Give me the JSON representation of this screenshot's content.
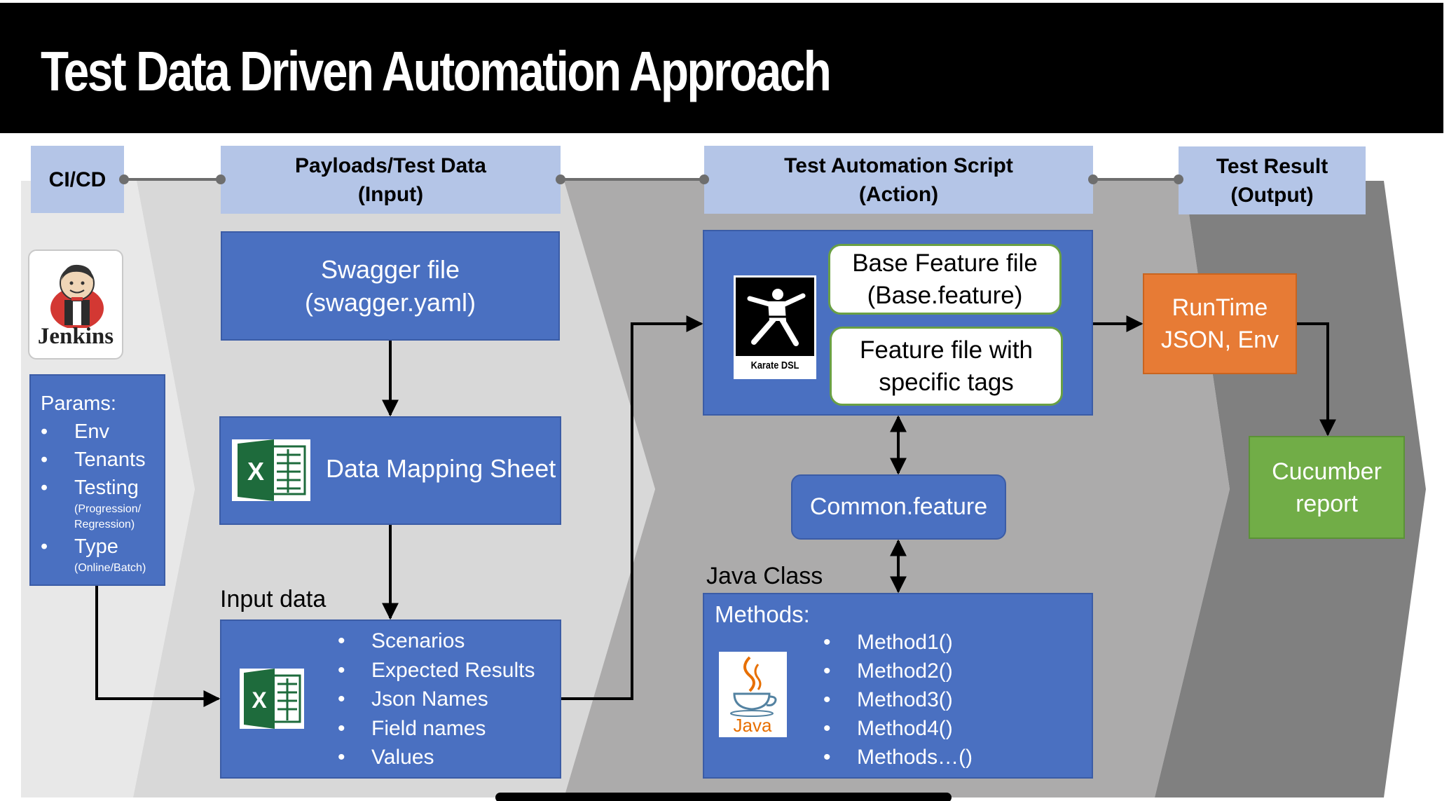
{
  "title": "Test Data Driven Automation Approach",
  "headers": {
    "cicd": "CI/CD",
    "payloads_line1": "Payloads/Test Data",
    "payloads_line2": "(Input)",
    "script_line1": "Test Automation Script",
    "script_line2": "(Action)",
    "result_line1": "Test Result",
    "result_line2": "(Output)"
  },
  "jenkins": {
    "label": "Jenkins",
    "icon": "jenkins-butler-icon"
  },
  "params": {
    "title": "Params:",
    "items": [
      {
        "label": "Env",
        "note": ""
      },
      {
        "label": "Tenants",
        "note": ""
      },
      {
        "label": "Testing",
        "note_line1": "(Progression/",
        "note_line2": "Regression)"
      },
      {
        "label": "Type",
        "note": "(Online/Batch)"
      }
    ]
  },
  "swagger": {
    "line1": "Swagger file",
    "line2": "(swagger.yaml)"
  },
  "mapping": {
    "label": "Data Mapping Sheet",
    "icon": "excel-icon",
    "icon_letter": "X"
  },
  "input_data": {
    "caption": "Input data",
    "icon": "excel-icon",
    "icon_letter": "X",
    "items": [
      "Scenarios",
      "Expected Results",
      "Json Names",
      "Field names",
      "Values"
    ]
  },
  "karate": {
    "logo_text": "Karate DSL",
    "icon": "karate-fighter-icon",
    "base_line1": "Base Feature file",
    "base_line2": "(Base.feature)",
    "tags_line1": "Feature file with",
    "tags_line2": "specific tags"
  },
  "common": {
    "label": "Common.feature"
  },
  "java": {
    "caption": "Java Class",
    "methods_title": "Methods:",
    "icon": "java-cup-icon",
    "logo_text": "Java",
    "items": [
      "Method1()",
      "Method2()",
      "Method3()",
      "Method4()",
      "Methods…()"
    ]
  },
  "runtime": {
    "line1": "RunTime",
    "line2": "JSON, Env"
  },
  "cucumber": {
    "line1": "Cucumber",
    "line2": "report"
  },
  "colors": {
    "header": "#b4c5e7",
    "box_blue": "#4a70c1",
    "runtime_orange": "#e77b35",
    "cucumber_green": "#71ad47",
    "excel_green": "#1e6b3c",
    "pill_border": "#6aa044"
  }
}
